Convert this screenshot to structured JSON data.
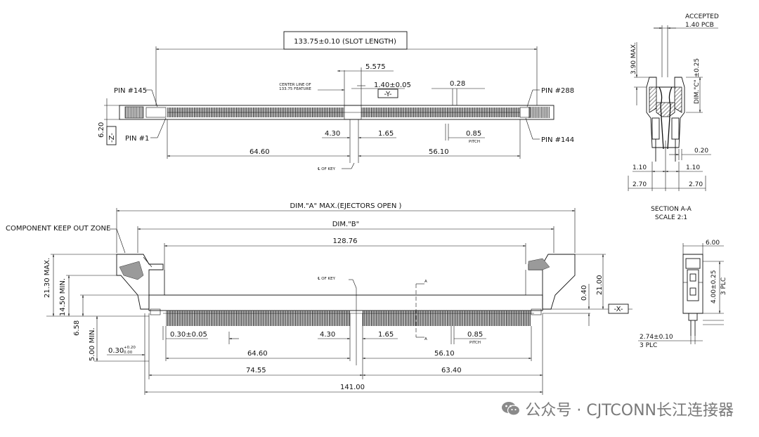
{
  "top_view": {
    "slot_length": "133.75±0.10 (SLOT LENGTH)",
    "dim_5575": "5.575",
    "center_line_1": "CENTER LINE OF",
    "center_line_2": "133.75 FEATURE",
    "dim_140": "1.40±0.05",
    "datum_y": "-Y-",
    "dim_028": "0.28",
    "pin_145": "PIN #145",
    "pin_288": "PIN #288",
    "pin_1": "PIN #1",
    "pin_144": "PIN #144",
    "dim_620": "6.20",
    "datum_z": "-Z-",
    "dim_430": "4.30",
    "dim_165": "1.65",
    "dim_085": "0.85",
    "pitch": "PITCH",
    "dim_6460": "64.60",
    "dim_5610": "56.10",
    "key_label": "℄ OF KEY"
  },
  "front_view": {
    "dim_a": "DIM.\"A\" MAX.(EJECTORS OPEN )",
    "dim_b": "DIM.\"B\"",
    "keep_out": "COMPONENT KEEP OUT ZONE",
    "dim_12876": "128.76",
    "key_label": "℄ OF KEY",
    "section_mark": "A",
    "dim_2130": "21.30 MAX.",
    "dim_1450": "14.50 MIN.",
    "dim_658": "6.58",
    "dim_500": "5.00 MIN.",
    "dim_030_base": "0.30",
    "dim_030_tol_up": "+0.20",
    "dim_030_tol_dn": "0.00",
    "dim_2100": "21.00",
    "dim_040": "0.40",
    "datum_x": "-X-",
    "dim_030_005": "0.30±0.05",
    "dim_430": "4.30",
    "dim_165": "1.65",
    "dim_085": "0.85",
    "pitch": "PITCH",
    "dim_6460": "64.60",
    "dim_5610": "56.10",
    "dim_7455": "74.55",
    "dim_6340": "63.40",
    "dim_14100": "141.00"
  },
  "section_view": {
    "accepted": "ACCEPTED",
    "pcb": "1.40 PCB",
    "dim_390": "3.90 MAX.",
    "dim_c": "DIM.\"C\" ±0.25",
    "dim_020": "0.20",
    "dim_110_l": "1.10",
    "dim_110_r": "1.10",
    "dim_270_l": "2.70",
    "dim_270_r": "2.70",
    "title_1": "SECTION A-A",
    "title_2": "SCALE 2:1"
  },
  "side_view": {
    "dim_600": "6.00",
    "dim_400": "4.00±0.25",
    "plc_1": "3 PLC",
    "dim_274": "2.74±0.10",
    "plc_2": "3 PLC"
  },
  "watermark": {
    "text": "公众号 · CJTCONN长江连接器",
    "icon": "wechat-icon"
  },
  "colors": {
    "line": "#111111",
    "watermark": "#7a7a7a",
    "hatch": "#9a9a9a"
  }
}
